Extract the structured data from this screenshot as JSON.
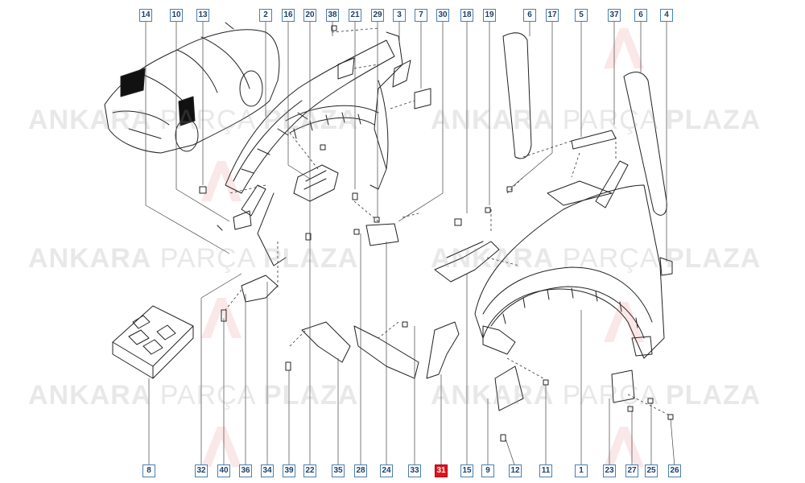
{
  "watermark": {
    "word1": "ANKARA",
    "word2": "PARÇA",
    "word3": "PLAZA"
  },
  "highlight_color": "#e0141c",
  "callout_color": "#4a7fb0",
  "top_callouts": [
    "14",
    "10",
    "13",
    "2",
    "16",
    "20",
    "38",
    "21",
    "29",
    "3",
    "7",
    "30",
    "18",
    "19",
    "6",
    "17",
    "5",
    "37",
    "6",
    "4"
  ],
  "bottom_callouts": [
    "8",
    "32",
    "40",
    "36",
    "34",
    "39",
    "22",
    "35",
    "28",
    "24",
    "33",
    "31",
    "15",
    "9",
    "12",
    "11",
    "1",
    "23",
    "27",
    "25",
    "26"
  ],
  "highlighted": "31"
}
